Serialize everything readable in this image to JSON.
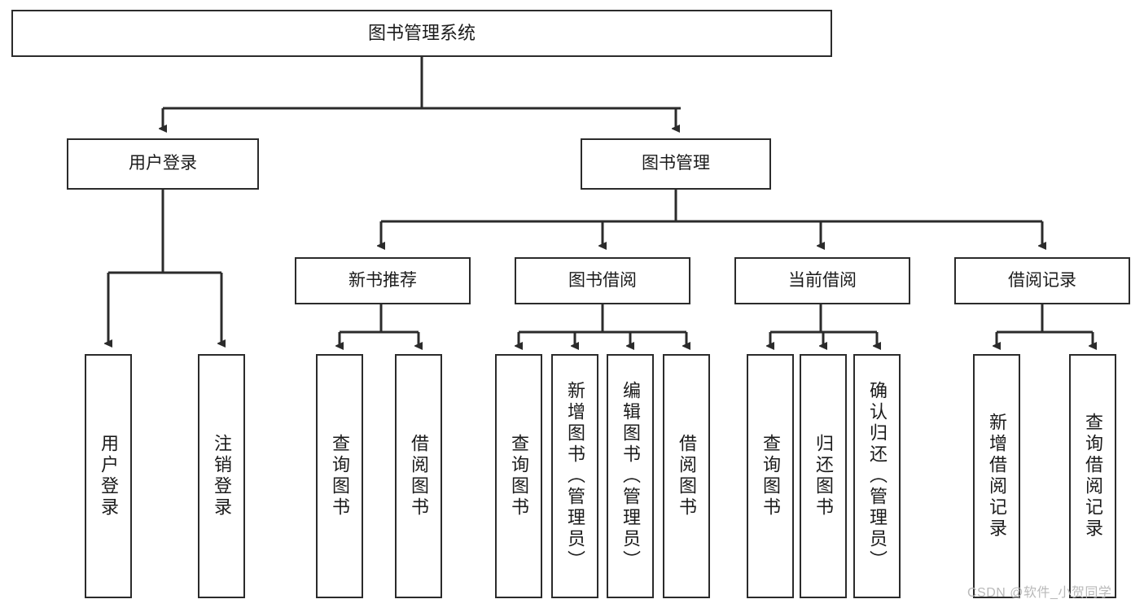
{
  "diagram": {
    "title": "图书管理系统",
    "type": "tree",
    "watermark": "CSDN @软件_小贺同学",
    "colors": {
      "stroke": "#2b2b2b",
      "fill": "#ffffff",
      "text": "#1b1b1b",
      "watermark": "#b9b9b9"
    },
    "nodes": {
      "root": {
        "label": "图书管理系统"
      },
      "level1": [
        {
          "label": "用户登录"
        },
        {
          "label": "图书管理"
        }
      ],
      "level2": [
        {
          "label": "新书推荐"
        },
        {
          "label": "图书借阅"
        },
        {
          "label": "当前借阅"
        },
        {
          "label": "借阅记录"
        }
      ],
      "leaves": {
        "user_login": [
          {
            "label": "用户登录"
          },
          {
            "label": "注销登录"
          }
        ],
        "new_book_recommend": [
          {
            "label": "查询图书"
          },
          {
            "label": "借阅图书"
          }
        ],
        "book_borrow": [
          {
            "label": "查询图书"
          },
          {
            "label": "新增图书（管理员）"
          },
          {
            "label": "编辑图书（管理员）"
          },
          {
            "label": "借阅图书"
          }
        ],
        "current_borrow": [
          {
            "label": "查询图书"
          },
          {
            "label": "归还图书"
          },
          {
            "label": "确认归还（管理员）"
          }
        ],
        "borrow_records": [
          {
            "label": "新增借阅记录"
          },
          {
            "label": "查询借阅记录"
          }
        ]
      }
    }
  }
}
